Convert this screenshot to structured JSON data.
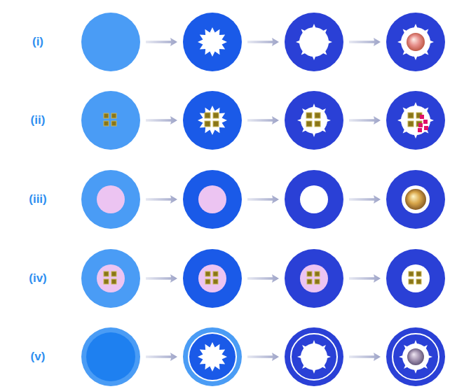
{
  "diagram": {
    "labels": [
      "(i)",
      "(ii)",
      "(iii)",
      "(iv)",
      "(v)"
    ]
  }
}
